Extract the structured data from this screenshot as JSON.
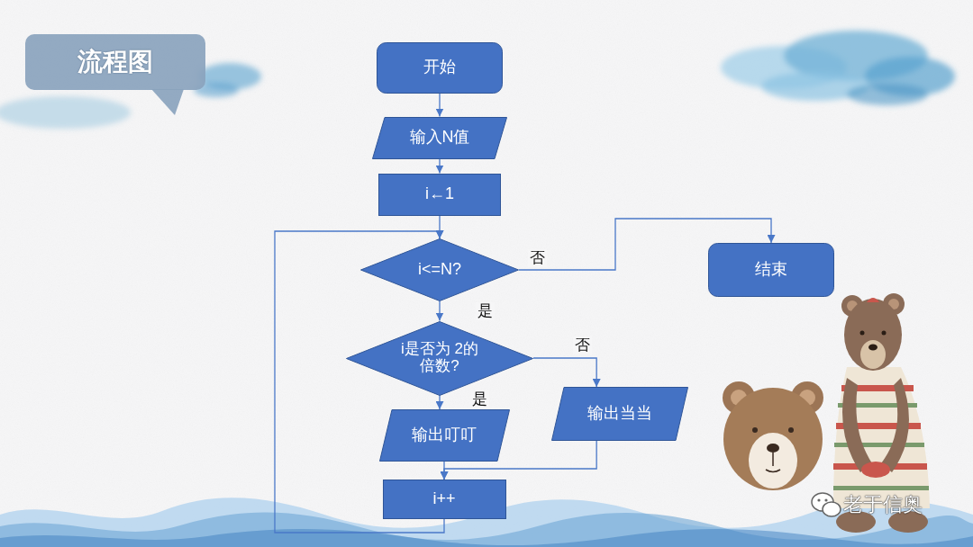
{
  "diagram": {
    "title": "流程图",
    "nodes": [
      {
        "text": [
          "开始"
        ]
      },
      {
        "text": [
          "输入N值"
        ]
      },
      {
        "text": [
          "i←1"
        ]
      },
      {
        "text": [
          "i<=N?"
        ]
      },
      {
        "text": [
          "结束"
        ]
      },
      {
        "text": [
          "i是否为 2的倍数?"
        ]
      },
      {
        "text": [
          "输出叮叮"
        ]
      },
      {
        "text": [
          "输出当当"
        ]
      },
      {
        "text": [
          "i++"
        ]
      }
    ],
    "edges": [
      {
        "from": 0,
        "to": 1,
        "arrow": "to"
      },
      {
        "from": 1,
        "to": 2,
        "arrow": "to"
      },
      {
        "from": 2,
        "to": 3,
        "arrow": "to"
      },
      {
        "from": 3,
        "to": 4,
        "arrow": "to",
        "label": "否"
      },
      {
        "from": 3,
        "to": 5,
        "arrow": "to",
        "label": "是"
      },
      {
        "from": 5,
        "to": 6,
        "arrow": "to",
        "label": "是"
      },
      {
        "from": 5,
        "to": 7,
        "arrow": "to",
        "label": "否"
      },
      {
        "from": 6,
        "to": 8,
        "arrow": "to"
      },
      {
        "from": 7,
        "to": 8,
        "arrow": "to"
      },
      {
        "from": 8,
        "to": 3,
        "arrow": "to"
      }
    ],
    "labels": [
      "老于信奥"
    ]
  }
}
